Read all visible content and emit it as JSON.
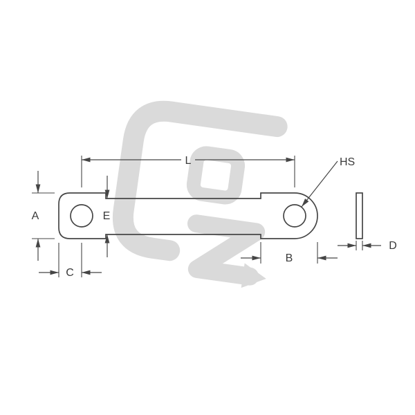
{
  "drawing": {
    "type": "dimensioned-part-drawing",
    "labels": {
      "L": "L",
      "HS": "HS",
      "A": "A",
      "B": "B",
      "C": "C",
      "D": "D",
      "E": "E"
    },
    "colors": {
      "outline": "#454545",
      "dimension": "#454545",
      "text": "#3a3a3a",
      "watermark": "#dadada",
      "background": "#ffffff"
    }
  }
}
